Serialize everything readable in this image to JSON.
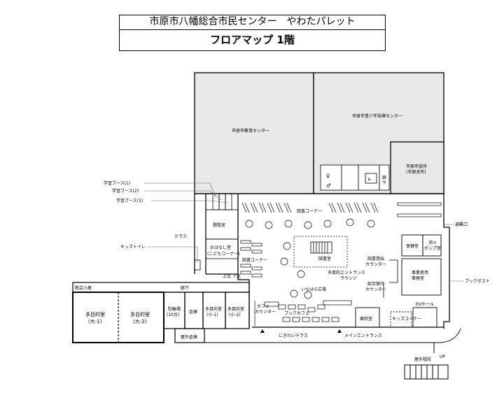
{
  "header": {
    "title": "市原市八幡総合市民センター　やわたパレット",
    "subtitle": "フロアマップ 1階"
  },
  "rooms": {
    "education_center": "市原市教育センター",
    "youth_center": "市原市青少年指導センター",
    "city_office_1": "市原市役所",
    "city_office_2": "(市原支所)",
    "corridor_up_1": "廊",
    "corridor_up_2": "下",
    "reading_room": "閲覧室",
    "story_room_1": "おはなし室",
    "story_room_2": "(こどもコーナー)",
    "library_corner_top": "図書コーナー",
    "library_corner_mid": "図書コーナー",
    "library_room": "図書室",
    "lounge_1": "多目的エントランス",
    "lounge_2": "ラウンジ",
    "ichihara_plaza": "いちはら広場",
    "lending_1": "図書貸出",
    "lending_2": "カウンター",
    "info_1": "総合案内",
    "info_2": "カウンター",
    "health_room": "保健室",
    "pump_1": "消火",
    "pump_2": "ポンプ室",
    "office_1": "事業者用",
    "office_2": "事務室",
    "ev_hall": "EVホール",
    "kids_corner": "キッズコーナー",
    "wind_room": "風除室",
    "book_cafe": "ブックカフェ",
    "cafe_counter_1": "カフェ",
    "cafe_counter_2": "カウンター",
    "multi_large1_1": "多目的室",
    "multi_large1_2": "(大-1)",
    "multi_large2_1": "多目的室",
    "multi_large2_2": "(大-2)",
    "bike_parking_1": "駐輪場",
    "bike_parking_2": "(10台)",
    "storage": "倉庫",
    "multi_small1_1": "多目的室",
    "multi_small1_2": "(小-1)",
    "multi_small2_1": "多目的室",
    "multi_small2_2": "(小-2)",
    "outdoor_storage": "屋外倉庫",
    "pottery_hut": "陶芸小屋",
    "corridor": "廊下",
    "upper_corridor": "上足",
    "lower_corridor": "下足",
    "terrace": "テラス",
    "nigiwai_terrace": "にぎわいテラス",
    "main_entrance": "メインエントランス",
    "outdoor_stairs": "屋外階段",
    "up_sign": "UP"
  },
  "callouts": {
    "booth1": "学習ブース(1)",
    "booth2": "学習ブース(2)",
    "booth3": "学習ブース(3)",
    "kids_toilet": "キッズトイレ",
    "evac_exit": "避難口",
    "book_post": "ブックポスト"
  },
  "colors": {
    "shaded": "#e9e9e9",
    "line": "#000000",
    "callout_line": "#666666"
  }
}
